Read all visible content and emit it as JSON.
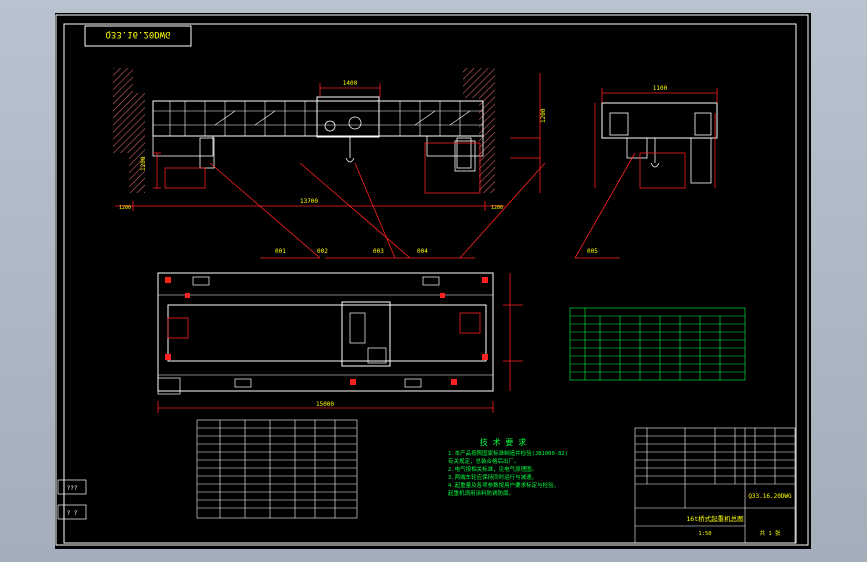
{
  "drawing_code": "Q33.16.20DWG",
  "notes": {
    "title": "技 术 要 求",
    "lines": [
      "1.本产品按照国家标准制造并检验(JB1000-82)",
      "  有关规定，总装合格后出厂。",
      "2.电气按相关标准，见电气原理图。",
      "3.两端车轮应保持同时运行与减速。",
      "4.起重量及各项参数按用户要求标定与检验，",
      "  起重机须用涂料防锈防腐。"
    ]
  },
  "side_stamp": {
    "top": "???",
    "bottom": "?  ?"
  },
  "leader_labels": [
    "001",
    "002",
    "003",
    "004",
    "005"
  ],
  "dims": {
    "span": "13700",
    "plan_width": "15000",
    "top_center": "1400",
    "right_top": "1100",
    "left_height": "1200",
    "ext_left": "1200",
    "ext_right": "1200",
    "right_height": "1200"
  },
  "title_block": {
    "name": "16t桥式起重机总图",
    "code": "Q33.16.20DWG",
    "scale": "1:50",
    "sheet": "共 1 张"
  },
  "colors": {
    "line": "#ffffff",
    "dim": "#ff2020",
    "text": "#ffff00",
    "note": "#00ff40",
    "table": "#00ff40",
    "accent": "#d06060"
  }
}
